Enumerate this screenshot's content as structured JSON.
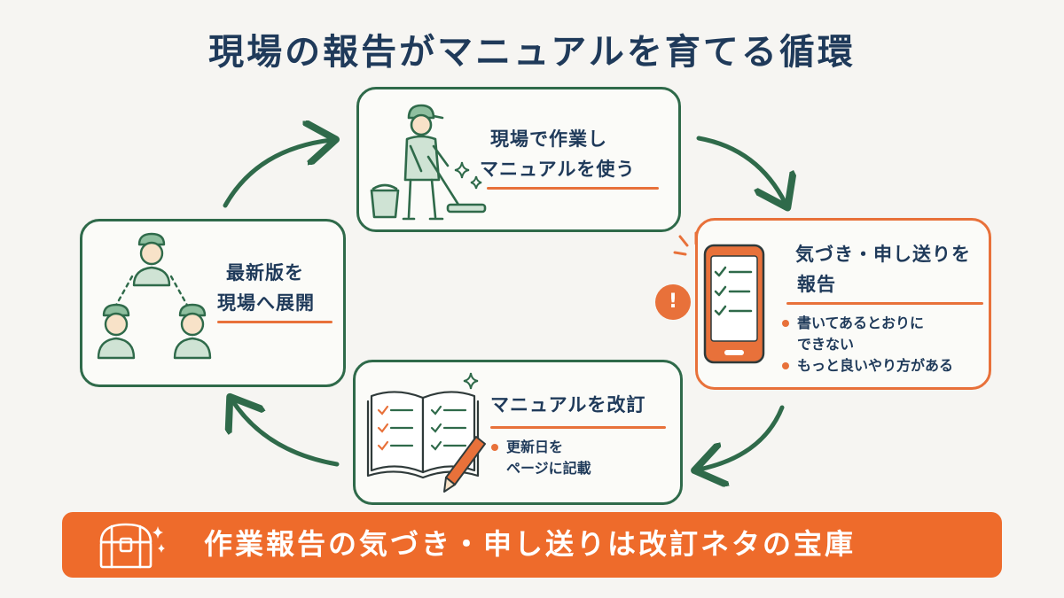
{
  "title": "現場の報告がマニュアルを育てる循環",
  "steps": {
    "work": {
      "line1": "現場で作業し",
      "line2": "マニュアルを使う"
    },
    "report": {
      "line1": "気づき・申し送りを",
      "line2": "報告",
      "bullets": [
        "書いてあるとおりに",
        "できない",
        "もっと良いやり方がある"
      ],
      "alert_mark": "!"
    },
    "revise": {
      "heading": "マニュアルを改訂",
      "bullets": [
        "更新日を",
        "ページに記載"
      ]
    },
    "deploy": {
      "line1": "最新版を",
      "line2": "現場へ展開"
    }
  },
  "banner": {
    "text": "作業報告の気づき・申し送りは改訂ネタの宝庫"
  },
  "colors": {
    "navy": "#1f3a5a",
    "green": "#2f6a4a",
    "orange": "#e8713a",
    "banner": "#ee6b2b",
    "background": "#f6f5f2"
  },
  "icons": [
    "worker-mopping-icon",
    "smartphone-checklist-icon",
    "alert-bubble-icon",
    "open-manual-icon",
    "pen-icon",
    "team-hierarchy-icon",
    "treasure-chest-icon",
    "sparkle-icon"
  ]
}
